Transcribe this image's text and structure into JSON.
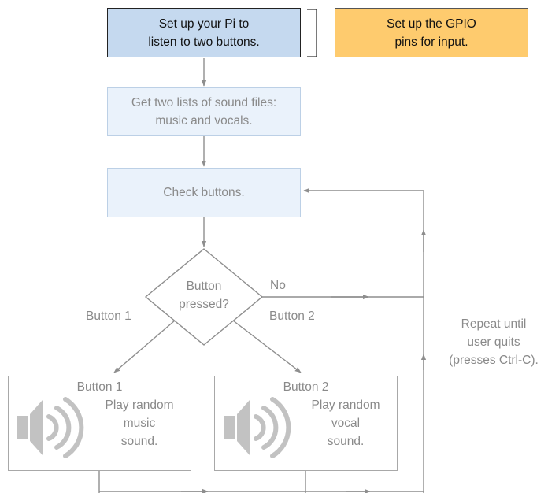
{
  "steps": {
    "setup_pi": "Set up your Pi to\nlisten to two buttons.",
    "setup_gpio": "Set up the GPIO\npins for input.",
    "get_lists": "Get two lists of sound files:\nmusic and vocals.",
    "check_buttons": "Check buttons."
  },
  "decision": {
    "label": "Button\npressed?",
    "no_label": "No",
    "left_branch_label": "Button 1",
    "right_branch_label": "Button 2"
  },
  "actions": [
    {
      "title": "Button 1",
      "text": "Play random\nmusic\nsound.",
      "icon": "speaker-icon"
    },
    {
      "title": "Button 2",
      "text": "Play random\nvocal\nsound.",
      "icon": "speaker-icon"
    }
  ],
  "loop_note": "Repeat until\nuser quits\n(presses Ctrl-C).",
  "colors": {
    "step_blue": "#c5d9ef",
    "step_light": "#eaf2fb",
    "gpio_orange": "#fecb6e",
    "line_gray": "#8e8e8e",
    "text_gray": "#8a8a8a",
    "speaker_gray": "#c2c2c2"
  }
}
